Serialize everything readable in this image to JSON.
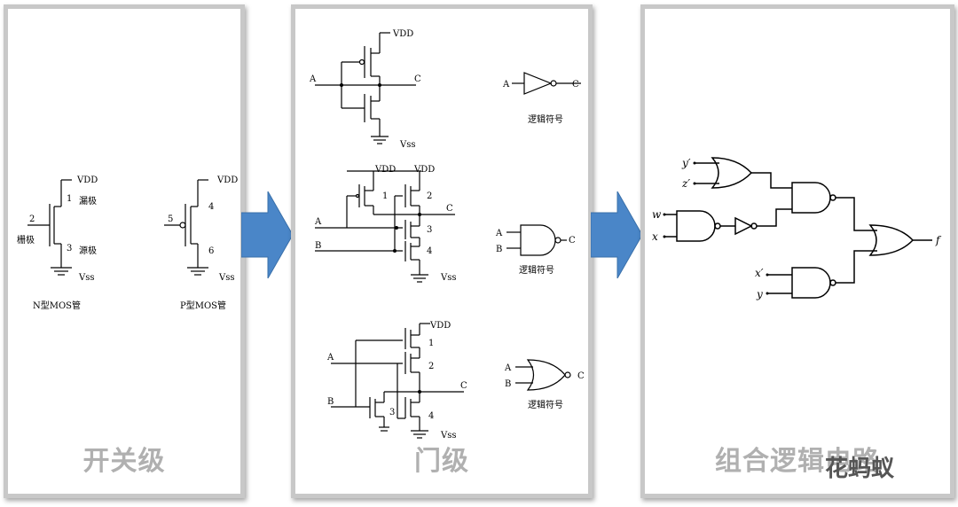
{
  "panels": [
    {
      "title": "开关级"
    },
    {
      "title": "门级"
    },
    {
      "title": "组合逻辑电路"
    }
  ],
  "switch_level": {
    "nmos": {
      "caption": "N型MOS管",
      "gate_num": "2",
      "drain_num": "1",
      "source_num": "3",
      "drain_label": "漏极",
      "source_label": "源极",
      "gate_label": "栅极",
      "vdd": "VDD",
      "vss": "Vss"
    },
    "pmos": {
      "caption": "P型MOS管",
      "gate_num": "5",
      "top_num": "4",
      "bottom_num": "6",
      "vdd": "VDD",
      "vss": "Vss"
    }
  },
  "gate_level": {
    "inverter": {
      "input": "A",
      "output": "C",
      "vdd": "VDD",
      "vss": "Vss",
      "symbol_caption": "逻辑符号",
      "sym_in": "A",
      "sym_out": "C"
    },
    "nand": {
      "in_a": "A",
      "in_b": "B",
      "output": "C",
      "vdd": "VDD",
      "vss": "Vss",
      "t1": "1",
      "t2": "2",
      "t3": "3",
      "t4": "4",
      "symbol_caption": "逻辑符号",
      "sym_a": "A",
      "sym_b": "B",
      "sym_out": "C"
    },
    "nor": {
      "in_a": "A",
      "in_b": "B",
      "output": "C",
      "vdd": "VDD",
      "vss": "Vss",
      "t1": "1",
      "t2": "2",
      "t3": "3",
      "t4": "4",
      "symbol_caption": "逻辑符号",
      "sym_a": "A",
      "sym_b": "B",
      "sym_out": "C"
    }
  },
  "combinational": {
    "inputs": [
      "y′",
      "z′",
      "w",
      "x",
      "x′",
      "y"
    ],
    "output": "f"
  },
  "watermark": "花蚂蚁",
  "colors": {
    "arrow": "#4a86c8",
    "panel_border": "#c8c8c8",
    "title": "#b0b0b0"
  }
}
